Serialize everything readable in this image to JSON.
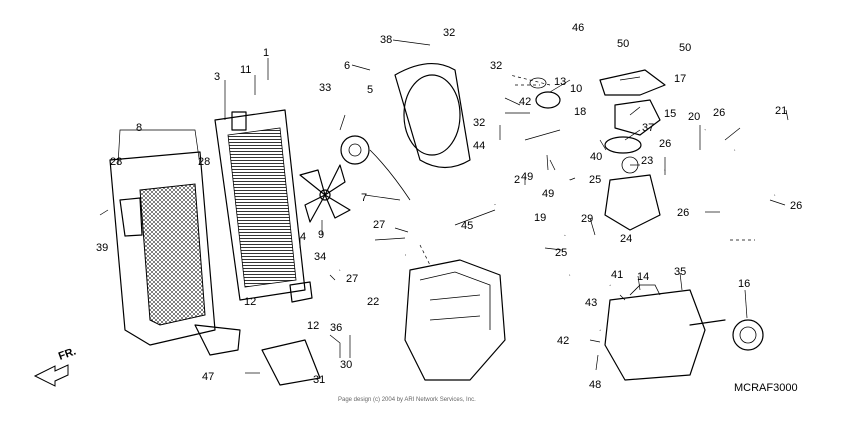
{
  "diagram_code": "MCRAF3000",
  "direction_label": "FR.",
  "copyright": "Page design (c) 2004 by ARI Network Services, Inc.",
  "callouts": [
    "1",
    "2",
    "3",
    "5",
    "6",
    "7",
    "8",
    "9",
    "10",
    "11",
    "12",
    "12",
    "13",
    "14",
    "15",
    "16",
    "17",
    "18",
    "19",
    "20",
    "21",
    "22",
    "23",
    "24",
    "25",
    "25",
    "26",
    "26",
    "26",
    "26",
    "27",
    "27",
    "28",
    "28",
    "29",
    "30",
    "31",
    "32",
    "32",
    "32",
    "33",
    "34",
    "35",
    "36",
    "37",
    "38",
    "39",
    "40",
    "41",
    "42",
    "42",
    "43",
    "44",
    "45",
    "46",
    "47",
    "48",
    "49",
    "49",
    "50",
    "50",
    "4"
  ]
}
